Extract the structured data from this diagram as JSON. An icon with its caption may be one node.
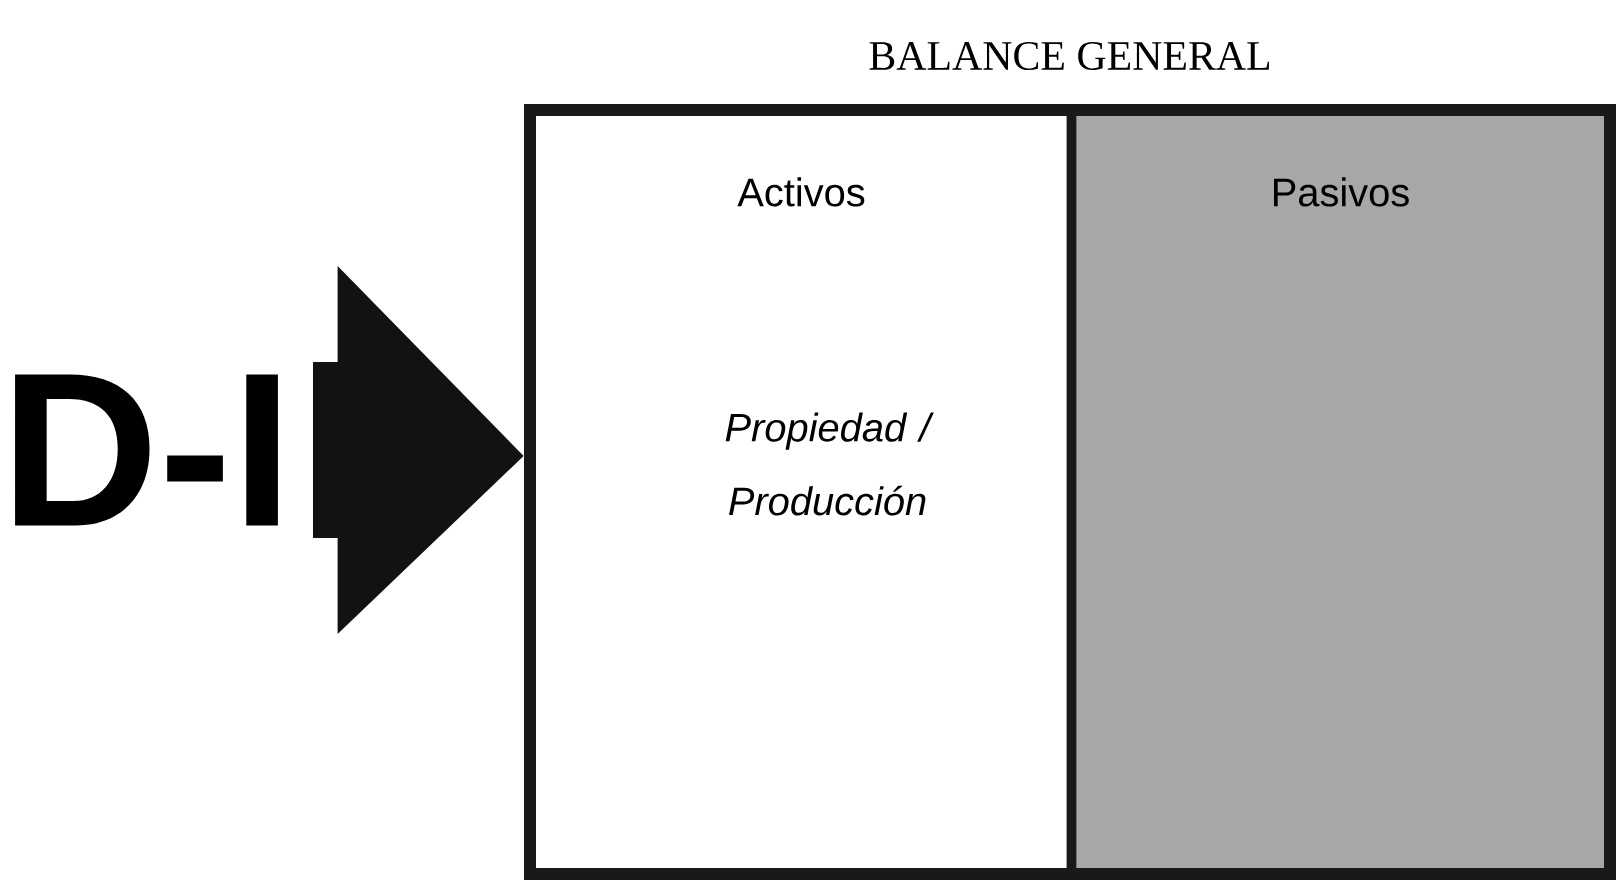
{
  "diagram": {
    "title": "BALANCE GENERAL",
    "nodes": [
      {
        "text": [],
        "shape": "box"
      },
      {
        "text": [
          "Activos",
          "*Propiedad / Producción*"
        ],
        "in": 0
      },
      {
        "text": [
          "Pasivos"
        ],
        "in": 0
      },
      {
        "text": [
          "D-I"
        ]
      }
    ],
    "edges": [
      {
        "from": 3,
        "to": 1,
        "arrow": "to",
        "style": "thick"
      }
    ]
  }
}
